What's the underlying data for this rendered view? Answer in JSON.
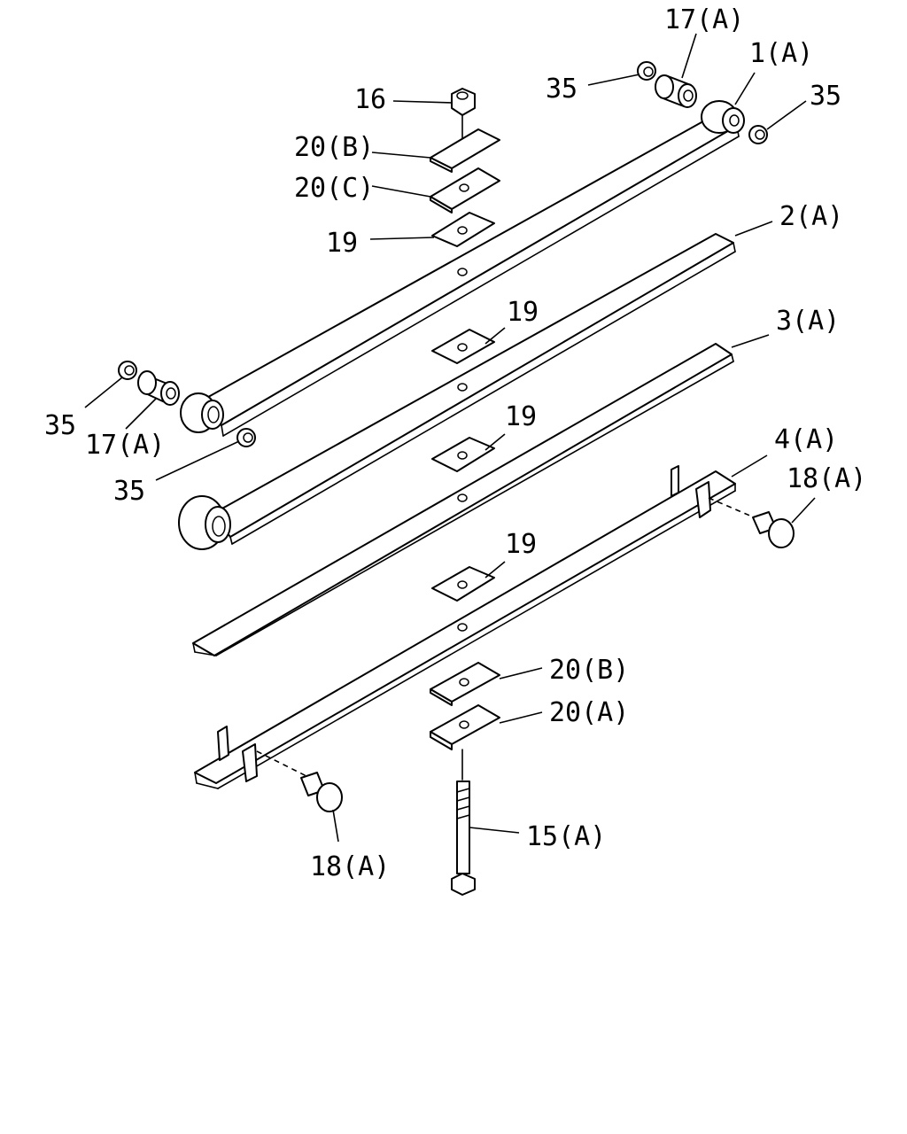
{
  "labels": {
    "p17a_top": "17(A)",
    "p1a": "1(A)",
    "p35_tl": "35",
    "p35_tr": "35",
    "p16": "16",
    "p20b_top": "20(B)",
    "p20c": "20(C)",
    "p19_top": "19",
    "p2a": "2(A)",
    "p19_2": "19",
    "p3a": "3(A)",
    "p35_l": "35",
    "p17a_l": "17(A)",
    "p19_3": "19",
    "p35_m": "35",
    "p4a": "4(A)",
    "p18a_r": "18(A)",
    "p19_4": "19",
    "p20b_bot": "20(B)",
    "p20a": "20(A)",
    "p15a": "15(A)",
    "p18a_l": "18(A)"
  }
}
